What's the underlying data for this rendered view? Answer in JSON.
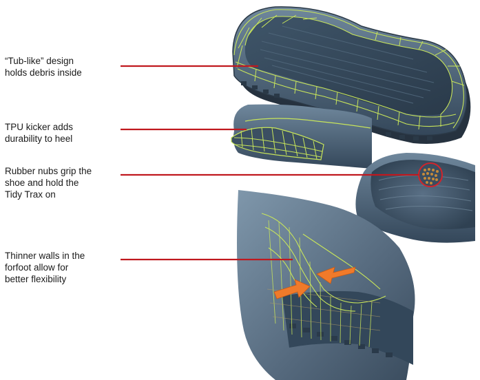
{
  "callouts": [
    {
      "id": "tub-design",
      "text": "“Tub-like” design\nholds debris inside"
    },
    {
      "id": "tpu-kicker",
      "text": "TPU kicker adds\ndurability to heel"
    },
    {
      "id": "rubber-nubs",
      "text": "Rubber nubs grip the\nshoe and hold the\nTidy Trax on"
    },
    {
      "id": "thinner-walls",
      "text": "Thinner walls in the\nforfoot allow for\nbetter flexibility"
    }
  ],
  "colors": {
    "leader_line": "#c0181e",
    "rubber": "#4d6378",
    "rubber_dark": "#2f4152",
    "wireframe": "#c9e65a",
    "arrow": "#f07a2a"
  }
}
